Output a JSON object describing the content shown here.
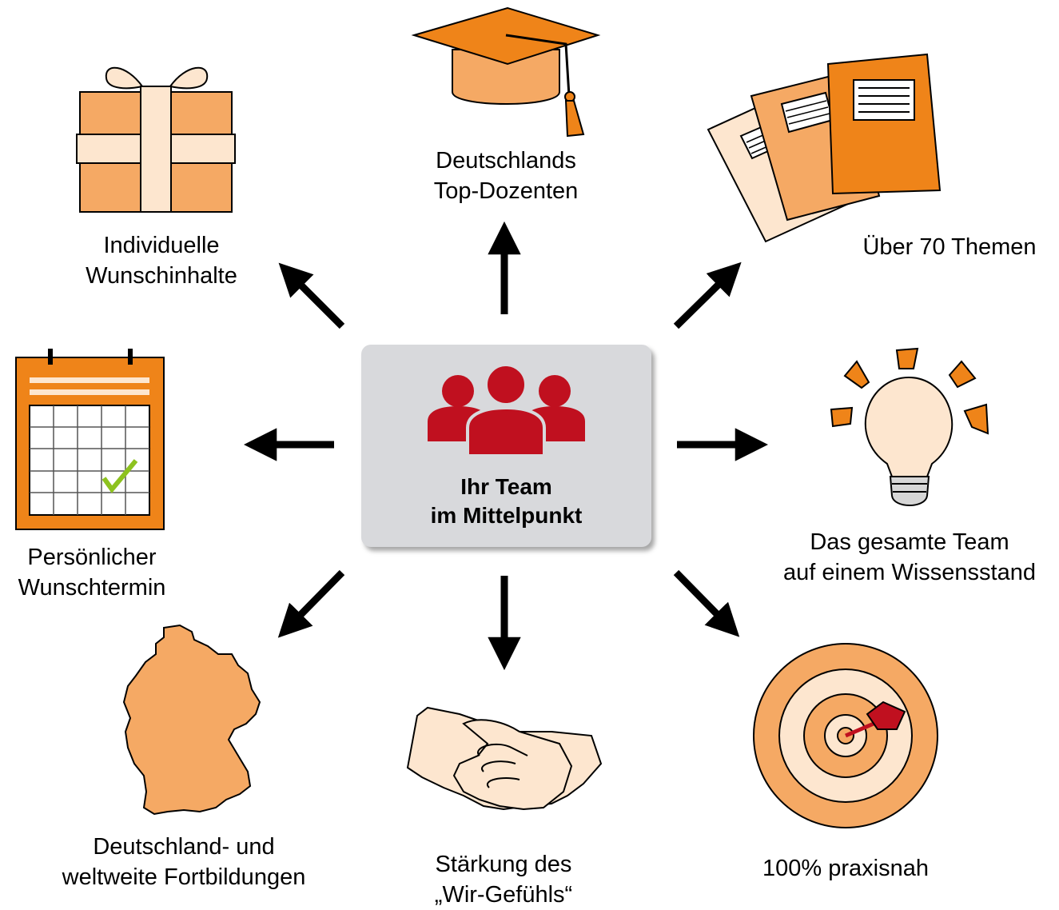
{
  "center": {
    "title_line1": "Ihr Team",
    "title_line2": "im Mittelpunkt",
    "icon": "team-icon"
  },
  "items": {
    "gift": {
      "line1": "Individuelle",
      "line2": "Wunschinhalte",
      "icon": "gift-icon"
    },
    "cap": {
      "line1": "Deutschlands",
      "line2": "Top-Dozenten",
      "icon": "graduation-cap-icon"
    },
    "folders": {
      "line1": "Über 70 Themen",
      "icon": "folders-icon"
    },
    "calendar": {
      "line1": "Persönlicher",
      "line2": "Wunschtermin",
      "icon": "calendar-icon"
    },
    "bulb": {
      "line1": "Das gesamte Team",
      "line2": "auf einem Wissensstand",
      "icon": "lightbulb-icon"
    },
    "germany": {
      "line1": "Deutschland- und",
      "line2": "weltweite Fortbildungen",
      "icon": "germany-map-icon"
    },
    "handshake": {
      "line1": "Stärkung des",
      "line2": "„Wir-Gefühls“",
      "icon": "handshake-icon"
    },
    "target": {
      "line1": "100% praxisnah",
      "icon": "target-icon"
    }
  },
  "colors": {
    "orange_dark": "#ef8419",
    "orange_mid": "#f5a964",
    "orange_light": "#fde6cf",
    "red": "#c0101f",
    "box_gray": "#d8d9dc",
    "check_green": "#8dc21f"
  }
}
